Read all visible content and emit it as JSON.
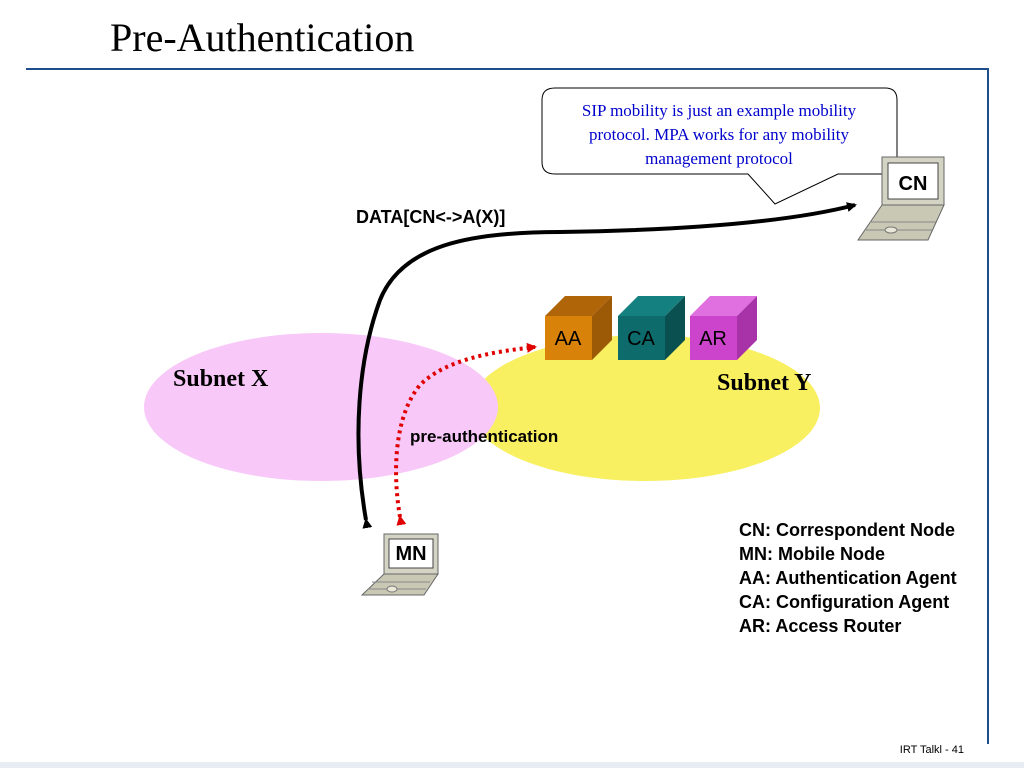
{
  "title": "Pre-Authentication",
  "callout": {
    "lines": [
      "SIP mobility is just an example mobility",
      "protocol. MPA works for any mobility",
      "management protocol"
    ]
  },
  "nodes": {
    "cn": "CN",
    "mn": "MN",
    "aa": "AA",
    "ca": "CA",
    "ar": "AR"
  },
  "subnets": {
    "x": "Subnet X",
    "y": "Subnet Y"
  },
  "flows": {
    "data": "DATA[CN<->A(X)]",
    "preauth": "pre-authentication"
  },
  "legend": [
    "CN: Correspondent Node",
    "MN: Mobile Node",
    "AA: Authentication Agent",
    "CA: Configuration Agent",
    "AR: Access Router"
  ],
  "footer": "IRT Talkl - 41",
  "colors": {
    "subnet_x": "#f8c8f8",
    "subnet_y": "#f8f060",
    "aa": "#d9820a",
    "ca": "#0e6b6b",
    "ar": "#cc44cc",
    "callout_text": "#0000cc",
    "preauth_arrow": "#e00000",
    "rule": "#1f4e8c"
  }
}
